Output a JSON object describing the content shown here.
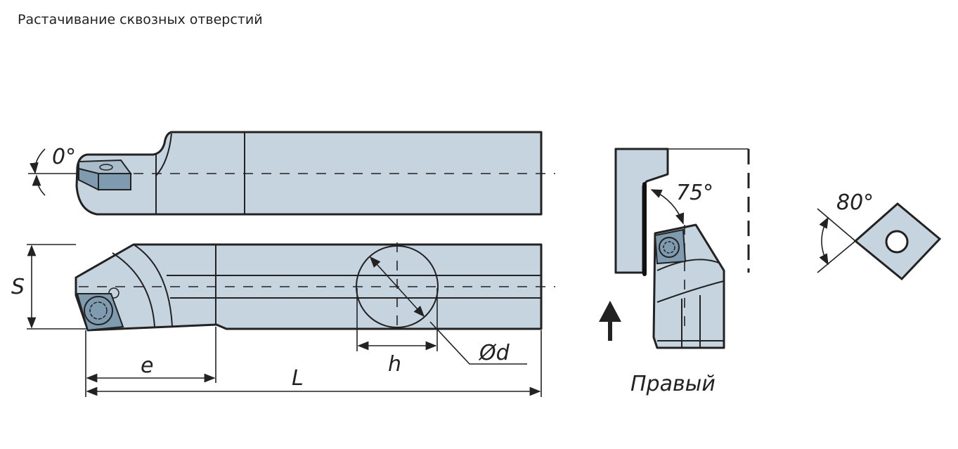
{
  "title": "Растачивание сквозных отверстий",
  "labels": {
    "angle_top": "0°",
    "angle_side": "75°",
    "angle_insert": "80°",
    "dim_s": "S",
    "dim_e": "e",
    "dim_l": "L",
    "dim_h": "h",
    "dim_d": "Ød",
    "hand": "Правый"
  },
  "colors": {
    "body": "#c6d4e0",
    "insert": "#7f9bb0",
    "line": "#222222"
  }
}
